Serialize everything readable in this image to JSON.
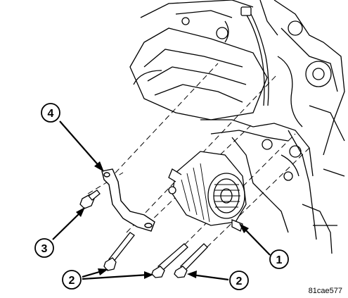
{
  "callouts": [
    {
      "id": "callout-1",
      "label": "1"
    },
    {
      "id": "callout-2a",
      "label": "2"
    },
    {
      "id": "callout-2b",
      "label": "2"
    },
    {
      "id": "callout-3",
      "label": "3"
    },
    {
      "id": "callout-4",
      "label": "4"
    }
  ],
  "figure_code": "81cae577",
  "colors": {
    "line": "#000000",
    "fill": "#ffffff",
    "shade": "#d9d9d9"
  }
}
